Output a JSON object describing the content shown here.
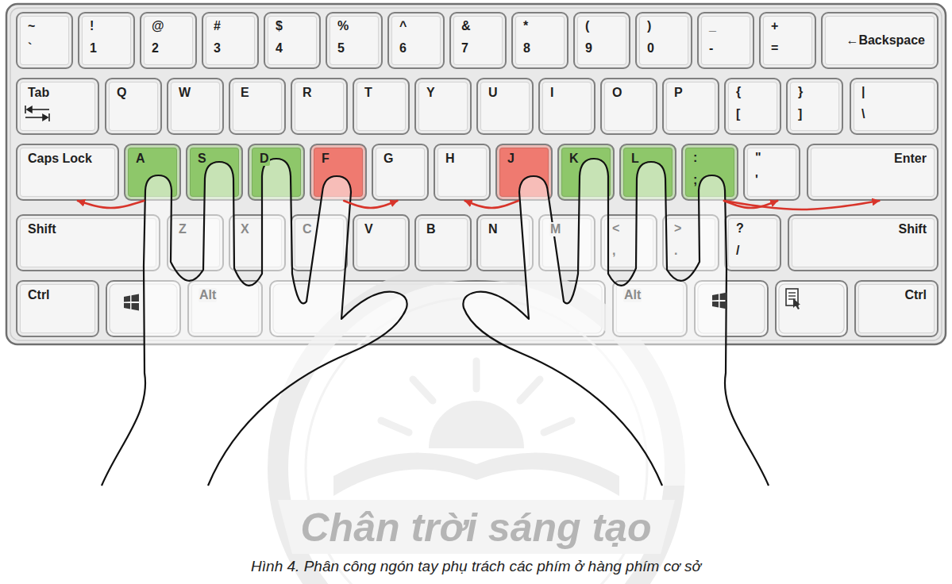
{
  "diagram": {
    "caption": "Hình 4. Phân công ngón tay phụ trách các phím ở hàng phím cơ sở",
    "nodes": [
      {
        "text": [
          "~",
          "`"
        ]
      },
      {
        "text": [
          "!",
          "1"
        ]
      },
      {
        "text": [
          "@",
          "2"
        ]
      },
      {
        "text": [
          "#",
          "3"
        ]
      },
      {
        "text": [
          "$",
          "4"
        ]
      },
      {
        "text": [
          "%",
          "5"
        ]
      },
      {
        "text": [
          "^",
          "6"
        ]
      },
      {
        "text": [
          "&",
          "7"
        ]
      },
      {
        "text": [
          "*",
          "8"
        ]
      },
      {
        "text": [
          "(",
          "9"
        ]
      },
      {
        "text": [
          ")",
          "0"
        ]
      },
      {
        "text": [
          "_",
          "-"
        ]
      },
      {
        "text": [
          "+",
          "="
        ]
      },
      {
        "text": [
          "←Backspace"
        ]
      },
      {
        "text": [
          "Tab"
        ]
      },
      {
        "text": [
          "Q"
        ]
      },
      {
        "text": [
          "W"
        ]
      },
      {
        "text": [
          "E"
        ]
      },
      {
        "text": [
          "R"
        ]
      },
      {
        "text": [
          "T"
        ]
      },
      {
        "text": [
          "Y"
        ]
      },
      {
        "text": [
          "U"
        ]
      },
      {
        "text": [
          "I"
        ]
      },
      {
        "text": [
          "O"
        ]
      },
      {
        "text": [
          "P"
        ]
      },
      {
        "text": [
          "{",
          "["
        ]
      },
      {
        "text": [
          "}",
          "]"
        ]
      },
      {
        "text": [
          "|",
          "\\"
        ]
      },
      {
        "text": [
          "Caps Lock"
        ]
      },
      {
        "text": [
          "A"
        ]
      },
      {
        "text": [
          "S"
        ]
      },
      {
        "text": [
          "D"
        ]
      },
      {
        "text": [
          "F"
        ]
      },
      {
        "text": [
          "G"
        ]
      },
      {
        "text": [
          "H"
        ]
      },
      {
        "text": [
          "J"
        ]
      },
      {
        "text": [
          "K"
        ]
      },
      {
        "text": [
          "L"
        ]
      },
      {
        "text": [
          ":",
          ";"
        ]
      },
      {
        "text": [
          "\"",
          "'"
        ]
      },
      {
        "text": [
          "Enter"
        ]
      },
      {
        "text": [
          "Shift"
        ]
      },
      {
        "text": [
          "Z"
        ]
      },
      {
        "text": [
          "X"
        ]
      },
      {
        "text": [
          "C"
        ]
      },
      {
        "text": [
          "V"
        ]
      },
      {
        "text": [
          "B"
        ]
      },
      {
        "text": [
          "N"
        ]
      },
      {
        "text": [
          "M"
        ]
      },
      {
        "text": [
          "<",
          ","
        ]
      },
      {
        "text": [
          ">",
          "."
        ]
      },
      {
        "text": [
          "?",
          "/"
        ]
      },
      {
        "text": [
          "Shift"
        ]
      },
      {
        "text": [
          "Ctrl"
        ]
      },
      {
        "text": [
          "Alt"
        ]
      },
      {
        "text": [
          "Alt"
        ]
      },
      {
        "text": [
          "Ctrl"
        ]
      }
    ],
    "edges": [
      {
        "from": 29,
        "to": 28,
        "arrow": "to"
      },
      {
        "from": 32,
        "to": 33,
        "arrow": "to"
      },
      {
        "from": 35,
        "to": 34,
        "arrow": "to"
      },
      {
        "from": 38,
        "to": 39,
        "arrow": "to"
      },
      {
        "from": 38,
        "to": 40,
        "arrow": "to"
      }
    ],
    "labels": [
      "Chân trời sáng tạo"
    ]
  }
}
